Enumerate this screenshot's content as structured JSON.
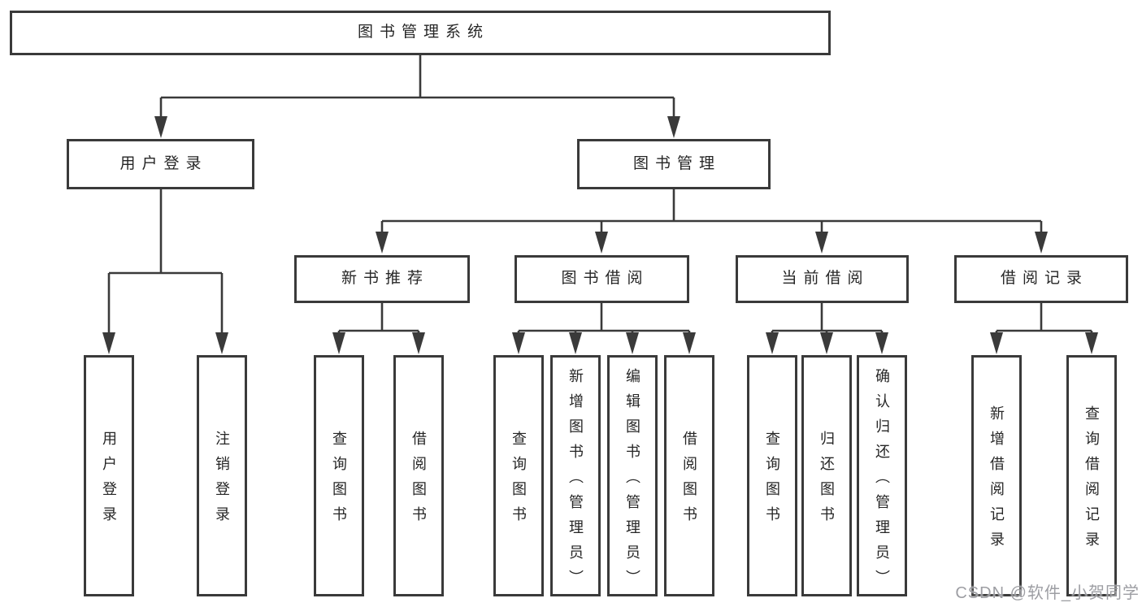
{
  "tree": {
    "root": {
      "label": "图书管理系统",
      "children": [
        {
          "label": "用户登录",
          "children": [
            {
              "label": "用户登录"
            },
            {
              "label": "注销登录"
            }
          ]
        },
        {
          "label": "图书管理",
          "children": [
            {
              "label": "新书推荐",
              "children": [
                {
                  "label": "查询图书"
                },
                {
                  "label": "借阅图书"
                }
              ]
            },
            {
              "label": "图书借阅",
              "children": [
                {
                  "label": "查询图书"
                },
                {
                  "label": "新增图书（管理员）"
                },
                {
                  "label": "编辑图书（管理员）"
                },
                {
                  "label": "借阅图书"
                }
              ]
            },
            {
              "label": "当前借阅",
              "children": [
                {
                  "label": "查询图书"
                },
                {
                  "label": "归还图书"
                },
                {
                  "label": "确认归还（管理员）"
                }
              ]
            },
            {
              "label": "借阅记录",
              "children": [
                {
                  "label": "新增借阅记录"
                },
                {
                  "label": "查询借阅记录"
                }
              ]
            }
          ]
        }
      ]
    }
  },
  "watermark": {
    "label": "CSDN @软件_小贺同学"
  },
  "colors": {
    "background": "#ffffff",
    "line": "#3a3a3a",
    "border": "#3a3a3a",
    "text": "#262626",
    "watermark": "#98999e"
  }
}
